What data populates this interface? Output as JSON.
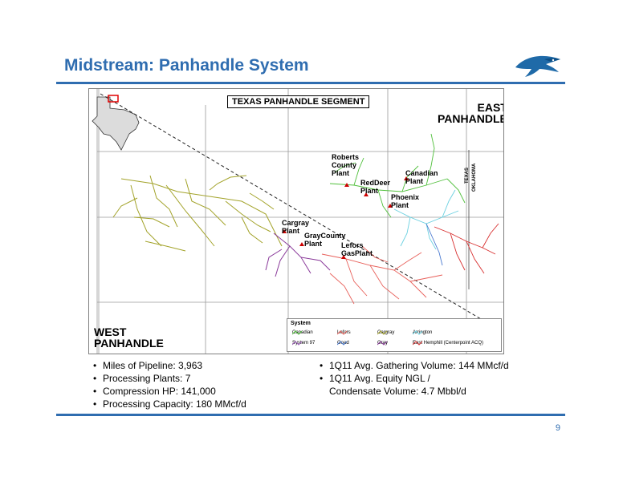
{
  "title": "Midstream: Panhandle System",
  "map": {
    "segment_title": "TEXAS PANHANDLE SEGMENT",
    "east_region": [
      "EAST",
      "PANHANDLE"
    ],
    "west_region": [
      "WEST",
      "PANHANDLE"
    ],
    "state_labels": [
      "TEXAS",
      "OKLAHOMA"
    ],
    "plants": [
      {
        "name": "Roberts County Plant",
        "lines": [
          "Roberts",
          "County",
          "Plant"
        ]
      },
      {
        "name": "RedDeer Plant",
        "lines": [
          "RedDeer",
          "Plant"
        ]
      },
      {
        "name": "Canadian Plant",
        "lines": [
          "Canadian",
          "Plant"
        ]
      },
      {
        "name": "Phoenix Plant",
        "lines": [
          "Phoenix",
          "Plant"
        ]
      },
      {
        "name": "Cargray Plant",
        "lines": [
          "Cargray",
          "Plant"
        ]
      },
      {
        "name": "GrayCounty Plant",
        "lines": [
          "GrayCounty",
          "Plant"
        ]
      },
      {
        "name": "Lefors GasPlant",
        "lines": [
          "Lefors",
          "GasPlant"
        ]
      }
    ],
    "legend": {
      "title": "System",
      "items": [
        {
          "label": "Canadian",
          "color": "#4fbf3a"
        },
        {
          "label": "Lefors",
          "color": "#e8605a"
        },
        {
          "label": "Cargray",
          "color": "#a3a32a"
        },
        {
          "label": "Arrington",
          "color": "#6ad0e0"
        },
        {
          "label": "System 97",
          "color": "#9a5ab8"
        },
        {
          "label": "Goad",
          "color": "#4a7ad0"
        },
        {
          "label": "Gray",
          "color": "#8a3a9a"
        },
        {
          "label": "East Hemphill (Centerpoint ACQ)",
          "color": "#d83030"
        }
      ]
    },
    "colors": {
      "canadian": "#4fbf3a",
      "lefors": "#e8605a",
      "cargray": "#a3a32a",
      "arrington": "#6ad0e0",
      "system97": "#9a5ab8",
      "goad": "#4a7ad0",
      "gray": "#8a3a9a",
      "east_hemphill": "#d83030",
      "plant_marker": "#cc0000"
    }
  },
  "bullets_left": [
    "Miles of Pipeline: 3,963",
    "Processing Plants: 7",
    "Compression HP: 141,000",
    "Processing Capacity: 180 MMcf/d"
  ],
  "bullets_right": [
    "1Q11 Avg. Gathering Volume: 144 MMcf/d",
    "1Q11 Avg. Equity NGL /",
    "Condensate Volume: 4.7 Mbbl/d"
  ],
  "page_number": "9",
  "theme": {
    "accent": "#2f6db0"
  }
}
